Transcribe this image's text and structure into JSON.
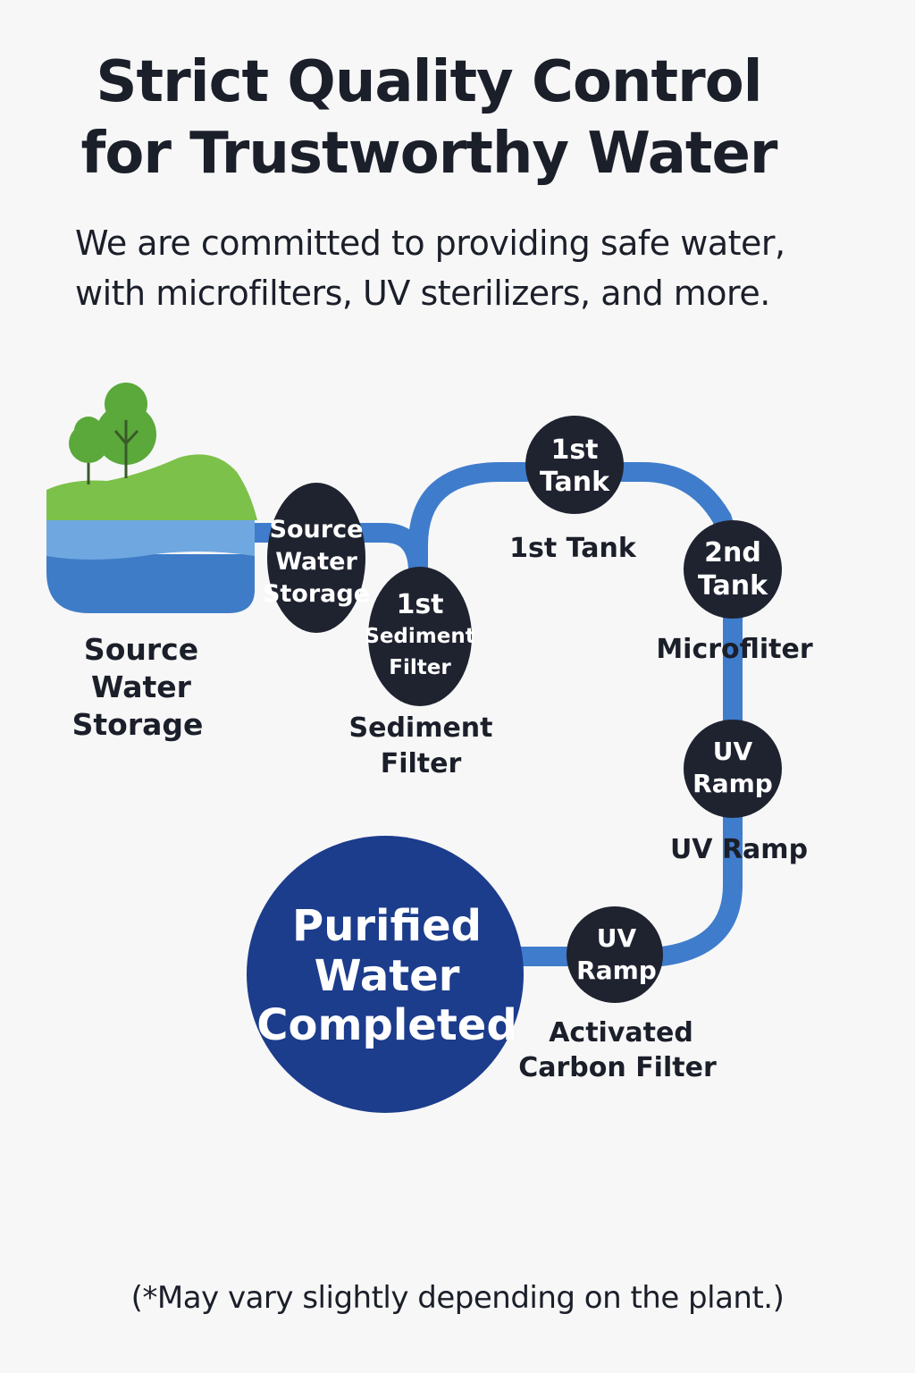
{
  "header": {
    "title_lines": [
      "Strict Quality Control",
      "for Trustworthy Water"
    ],
    "subtitle_lines": [
      "We are committed to providing safe water,",
      "with microfilters, UV sterilizers, and more."
    ]
  },
  "colors": {
    "pipe": "#3f7ccc",
    "node": "#1f2330",
    "final_node": "#1c3c8c",
    "grass": "#7cc14a",
    "tree": "#5aa93a",
    "water_light": "#6fa8e0",
    "water_dark": "#3f7cc8"
  },
  "nodes": {
    "source": {
      "lines": [
        "Source",
        "Water",
        "Storage"
      ],
      "label_lines": [
        "Source",
        "Water",
        "Storage"
      ]
    },
    "sediment": {
      "lines": [
        "1st",
        "Sediment",
        "Filter"
      ],
      "label_lines": [
        "Sediment",
        "Filter"
      ]
    },
    "tank1": {
      "lines": [
        "1st",
        "Tank"
      ],
      "label_lines": [
        "1st Tank"
      ]
    },
    "tank2": {
      "lines": [
        "2nd",
        "Tank"
      ],
      "label_lines": [
        "Microfliter"
      ]
    },
    "uv1": {
      "lines": [
        "UV",
        "Ramp"
      ],
      "label_lines": [
        "UV Ramp"
      ]
    },
    "uv2": {
      "lines": [
        "UV",
        "Ramp"
      ],
      "label_lines": [
        "Activated",
        "Carbon Filter"
      ]
    },
    "final": {
      "lines": [
        "Purified",
        "Water",
        "Completed"
      ]
    }
  },
  "footer": {
    "note": "(*May vary slightly depending on the plant.)"
  }
}
